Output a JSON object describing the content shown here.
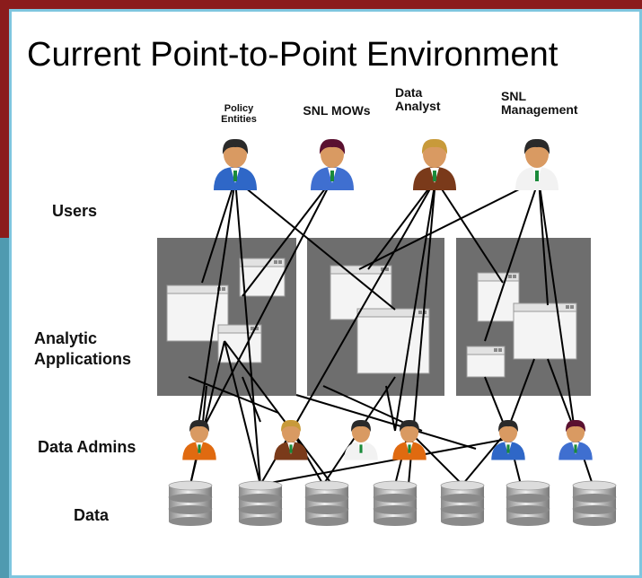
{
  "title": "Current Point-to-Point Environment",
  "users": [
    {
      "label": "Policy Entities",
      "line1": "Policy",
      "line2": "Entities",
      "shirt": "#2f67c7",
      "hair": "#2a2a2a"
    },
    {
      "label": "SNL MOWs",
      "line1": "SNL MOWs",
      "line2": "",
      "shirt": "#3f6fd0",
      "hair": "#5a1030"
    },
    {
      "label": "Data Analyst",
      "line1": "Data",
      "line2": "Analyst",
      "shirt": "#7a3a1a",
      "hair": "#c89a3a"
    },
    {
      "label": "SNL Management",
      "line1": "SNL",
      "line2": "Management",
      "shirt": "#f2f2f2",
      "hair": "#2a2a2a"
    }
  ],
  "row_labels": {
    "users": "Users",
    "analytic_line1": "Analytic",
    "analytic_line2": "Applications",
    "admins": "Data Admins",
    "data": "Data"
  },
  "colors": {
    "panel": "#6e6e6e",
    "window": "#f4f4f4",
    "accent_red": "#8b1c1c",
    "accent_teal": "#4f9ab0",
    "frame": "#7ec6df"
  }
}
